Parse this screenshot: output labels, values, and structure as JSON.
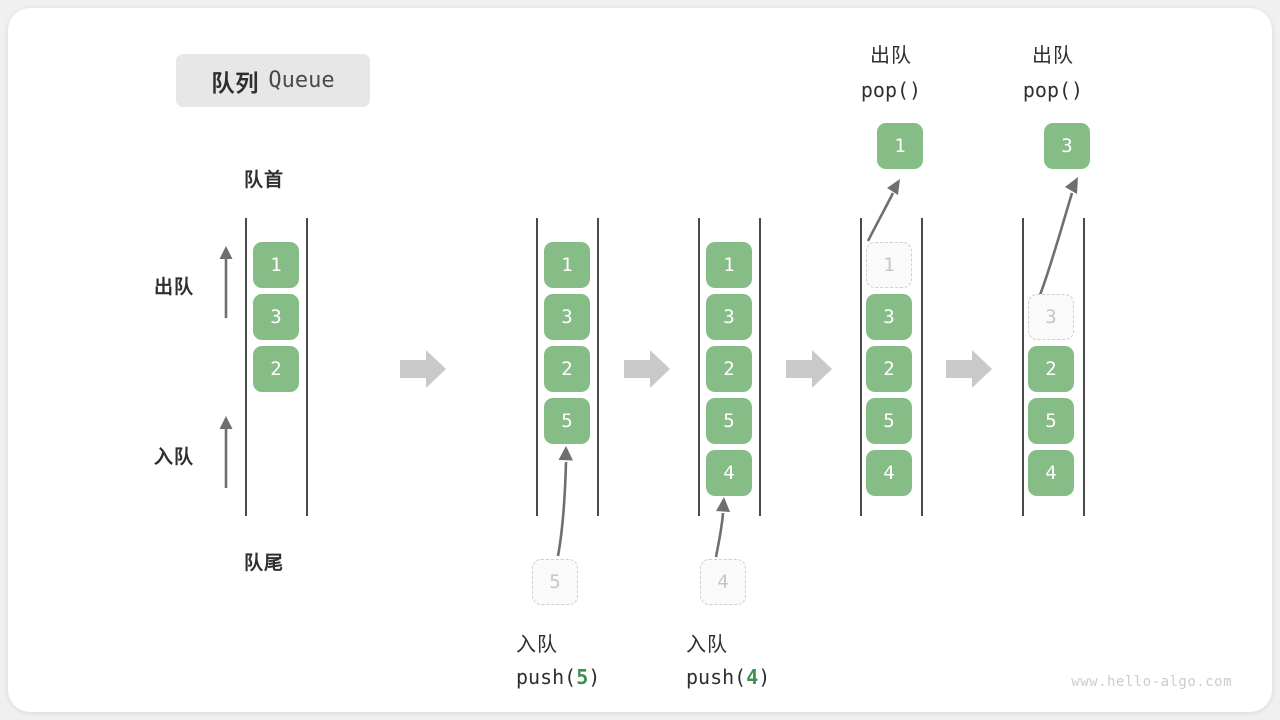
{
  "diagram": {
    "title_cn": "队列",
    "title_en": "Queue",
    "watermark": "www.hello-algo.com",
    "colors": {
      "cell_fill": "#86bd86",
      "cell_text": "#ffffff",
      "ghost_fill": "#fafafa",
      "ghost_border": "#cfcfcf",
      "ghost_text": "#c6c6c6",
      "rail": "#4a4a4a",
      "step_arrow": "#c9c9c9",
      "accent_number": "#3f8f52",
      "badge_bg": "#e7e7e7",
      "card_bg": "#ffffff",
      "page_bg": "#f0f0f0"
    }
  },
  "annotations": {
    "head_label": "队首",
    "tail_label": "队尾",
    "dequeue_label": "出队",
    "enqueue_label": "入队"
  },
  "columns": [
    {
      "id": "initial",
      "cells": [
        "1",
        "3",
        "2"
      ],
      "ghost_index": null,
      "top_caption_cn": "",
      "top_caption_code": "",
      "popped_value": "",
      "bottom_caption_cn": "",
      "bottom_caption_code": "",
      "bottom_ghost_value": ""
    },
    {
      "id": "push5",
      "cells": [
        "1",
        "3",
        "2",
        "5"
      ],
      "ghost_index": null,
      "top_caption_cn": "",
      "top_caption_code": "",
      "popped_value": "",
      "bottom_caption_cn": "入队",
      "bottom_caption_code_prefix": "push(",
      "bottom_caption_code_num": "5",
      "bottom_caption_code_suffix": ")",
      "bottom_ghost_value": "5"
    },
    {
      "id": "push4",
      "cells": [
        "1",
        "3",
        "2",
        "5",
        "4"
      ],
      "ghost_index": null,
      "top_caption_cn": "",
      "top_caption_code": "",
      "popped_value": "",
      "bottom_caption_cn": "入队",
      "bottom_caption_code_prefix": "push(",
      "bottom_caption_code_num": "4",
      "bottom_caption_code_suffix": ")",
      "bottom_ghost_value": "4"
    },
    {
      "id": "pop1",
      "cells": [
        "1",
        "3",
        "2",
        "5",
        "4"
      ],
      "ghost_index": 0,
      "top_caption_cn": "出队",
      "top_caption_code": "pop()",
      "popped_value": "1",
      "bottom_caption_cn": "",
      "bottom_caption_code": "",
      "bottom_ghost_value": ""
    },
    {
      "id": "pop3",
      "cells": [
        "3",
        "2",
        "5",
        "4"
      ],
      "ghost_index": 0,
      "top_caption_cn": "出队",
      "top_caption_code": "pop()",
      "popped_value": "3",
      "bottom_caption_cn": "",
      "bottom_caption_code": "",
      "bottom_ghost_value": ""
    }
  ],
  "step_arrows": [
    "arrow-right-1",
    "arrow-right-2",
    "arrow-right-3",
    "arrow-right-4"
  ]
}
